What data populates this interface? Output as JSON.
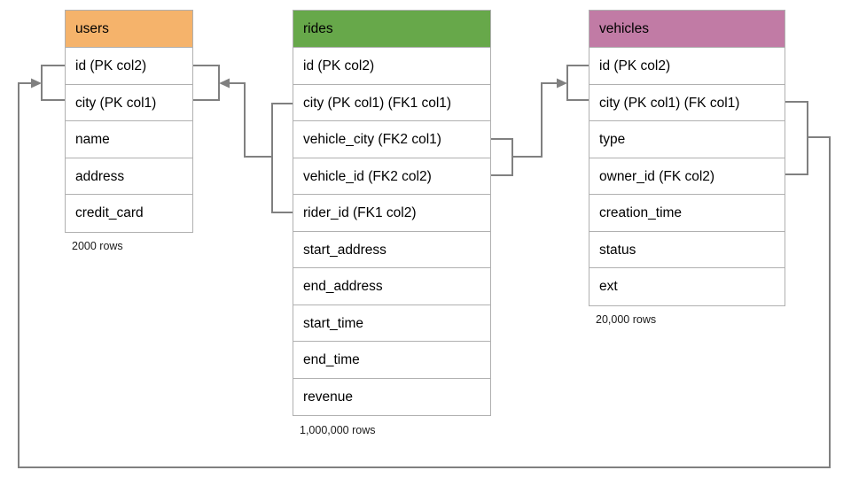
{
  "diagram": {
    "title": "",
    "line_color": "#808080",
    "border_color": "#b0b0b0",
    "entities": [
      {
        "name": "users",
        "header_color": "#f5b36b",
        "row_count_label": "2000 rows",
        "fields": [
          {
            "label": "id (PK col2)"
          },
          {
            "label": "city (PK col1)"
          },
          {
            "label": "name"
          },
          {
            "label": "address"
          },
          {
            "label": "credit_card"
          }
        ]
      },
      {
        "name": "rides",
        "header_color": "#67a84a",
        "row_count_label": "1,000,000 rows",
        "fields": [
          {
            "label": "id (PK col2)"
          },
          {
            "label": "city (PK col1) (FK1 col1)"
          },
          {
            "label": "vehicle_city (FK2 col1)"
          },
          {
            "label": "vehicle_id (FK2 col2)"
          },
          {
            "label": "rider_id (FK1 col2)"
          },
          {
            "label": "start_address"
          },
          {
            "label": "end_address"
          },
          {
            "label": "start_time"
          },
          {
            "label": "end_time"
          },
          {
            "label": "revenue"
          }
        ]
      },
      {
        "name": "vehicles",
        "header_color": "#c17ba5",
        "row_count_label": "20,000 rows",
        "fields": [
          {
            "label": "id (PK col2)"
          },
          {
            "label": "city (PK col1) (FK col1)"
          },
          {
            "label": "type"
          },
          {
            "label": "owner_id (FK col2)"
          },
          {
            "label": "creation_time"
          },
          {
            "label": "status"
          },
          {
            "label": "ext"
          }
        ]
      }
    ],
    "relationships": [
      {
        "name": "rides-fk1-to-users",
        "from_entity": "rides",
        "from_fields": "city (PK col1) (FK1 col1), rider_id (FK1 col2)",
        "to_entity": "users",
        "to_fields": "id (PK col2), city (PK col1)"
      },
      {
        "name": "rides-fk2-to-vehicles",
        "from_entity": "rides",
        "from_fields": "vehicle_city (FK2 col1), vehicle_id (FK2 col2)",
        "to_entity": "vehicles",
        "to_fields": "id (PK col2), city (PK col1)"
      },
      {
        "name": "vehicles-fk-to-users",
        "from_entity": "vehicles",
        "from_fields": "city (PK col1) (FK col1), owner_id (FK col2)",
        "to_entity": "users",
        "to_fields": "id (PK col2), city (PK col1)"
      }
    ]
  }
}
